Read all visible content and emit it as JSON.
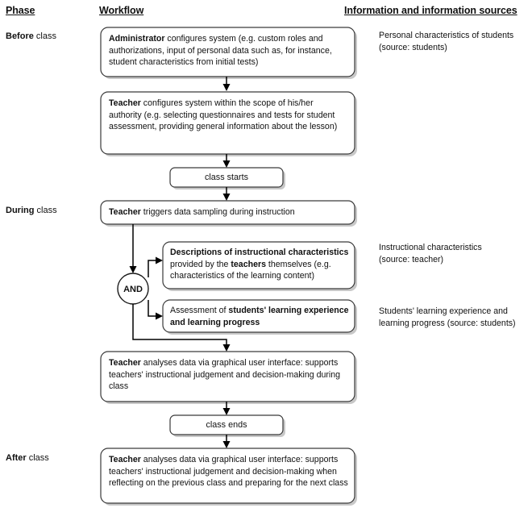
{
  "headers": {
    "phase": "Phase",
    "workflow": "Workflow",
    "information": "Information and information sources"
  },
  "phases": [
    {
      "id": "before",
      "bold": "Before",
      "rest": " class",
      "full": "Before class"
    },
    {
      "id": "during",
      "bold": "During",
      "rest": " class",
      "full": "During class"
    },
    {
      "id": "after",
      "bold": "After",
      "rest": " class",
      "full": "After class"
    }
  ],
  "nodes": [
    {
      "id": "administrator-configures",
      "type": "process",
      "text_html": "<b>Administrator</b> configures system (e.g. custom roles and authorizations, input of personal data such as, for instance, student characteristics from initial tests)",
      "text_plain": "Administrator configures system (e.g. custom roles and authorizations, input of personal data such as, for instance, student characteristics from initial tests)"
    },
    {
      "id": "teacher-configures",
      "type": "process",
      "text_html": "<b>Teacher</b> configures system within the scope of his/her authority (e.g. selecting questionnaires and tests for student assessment, providing general information about the lesson)",
      "text_plain": "Teacher configures system within the scope of his/her authority (e.g. selecting questionnaires and tests for student assessment, providing general information about the lesson)"
    },
    {
      "id": "class-starts",
      "type": "event",
      "text_html": "class starts",
      "text_plain": "class starts"
    },
    {
      "id": "teacher-triggers-sampling",
      "type": "process",
      "text_html": "<b>Teacher</b> triggers data sampling during instruction",
      "text_plain": "Teacher triggers data sampling during instruction"
    },
    {
      "id": "and-gate",
      "type": "gate",
      "text_html": "AND",
      "text_plain": "AND"
    },
    {
      "id": "descriptions-instructional-characteristics",
      "type": "process",
      "text_html": "<b>Descriptions of instructional characteristics</b> provided by the <b>teachers</b> themselves (e.g. characteristics of the learning content)",
      "text_plain": "Descriptions of instructional characteristics provided by the teachers themselves (e.g. characteristics of the learning content)"
    },
    {
      "id": "assessment-learning-experience",
      "type": "process",
      "text_html": "Assessment of <b>students' learning experience and learning progress</b>",
      "text_plain": "Assessment of students' learning experience and learning progress"
    },
    {
      "id": "teacher-analyses-during",
      "type": "process",
      "text_html": "<b>Teacher</b> analyses data via graphical user interface: supports teachers' instructional judgement and decision-making during class",
      "text_plain": "Teacher analyses data via graphical user interface: supports teachers' instructional judgement and decision-making during class"
    },
    {
      "id": "class-ends",
      "type": "event",
      "text_html": "class ends",
      "text_plain": "class ends"
    },
    {
      "id": "teacher-analyses-after",
      "type": "process",
      "text_html": "<b>Teacher</b> analyses data via graphical user interface: supports teachers' instructional judgement and decision-making when reflecting on the previous class and preparing for the next class",
      "text_plain": "Teacher analyses data via graphical user interface: supports teachers' instructional judgement and decision-making when reflecting on the previous class and preparing for the next class"
    }
  ],
  "info_notes": [
    {
      "id": "personal-characteristics",
      "line1": "Personal characteristics of students",
      "line2": "(source: students)"
    },
    {
      "id": "instructional-characteristics",
      "line1": "Instructional characteristics",
      "line2": "(source: teacher)"
    },
    {
      "id": "students-learning-experience",
      "line1": "Students' learning experience and",
      "line2": "learning progress (source: students)"
    }
  ],
  "colors": {
    "background": "#ffffff",
    "text": "#111111",
    "box_border": "#3a3a3a",
    "box_shadow": "#9a9a9a",
    "connector": "#000000"
  }
}
